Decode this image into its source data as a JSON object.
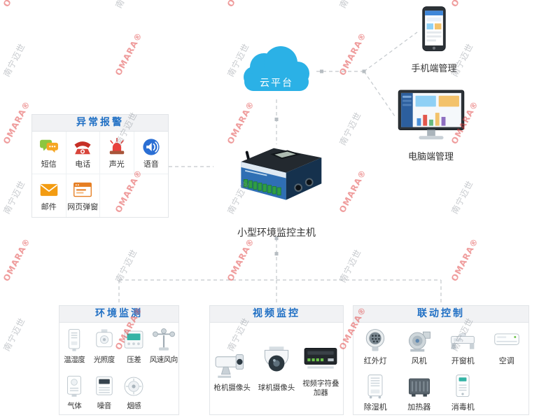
{
  "watermark": {
    "brand": "OMARA®",
    "company": "南宁迈世"
  },
  "cloud": {
    "label": "云平台"
  },
  "endpoints": {
    "phone_label": "手机端管理",
    "pc_label": "电脑端管理",
    "host_label": "小型环境监控主机"
  },
  "panels": {
    "alarm": {
      "title": "异常报警",
      "items": [
        {
          "name": "alarm-sms",
          "icon": "sms",
          "label": "短信"
        },
        {
          "name": "alarm-phone",
          "icon": "phone",
          "label": "电话"
        },
        {
          "name": "alarm-sound-light",
          "icon": "siren",
          "label": "声光"
        },
        {
          "name": "alarm-voice",
          "icon": "voice",
          "label": "语音"
        },
        {
          "name": "alarm-email",
          "icon": "mail",
          "label": "邮件"
        },
        {
          "name": "alarm-web-popup",
          "icon": "popup",
          "label": "网页弹窗"
        }
      ]
    },
    "env": {
      "title": "环境监测",
      "items": [
        {
          "name": "sensor-temp-humidity",
          "icon": "temphum",
          "label": "温湿度"
        },
        {
          "name": "sensor-light",
          "icon": "light",
          "label": "光照度"
        },
        {
          "name": "sensor-pressure",
          "icon": "pressure",
          "label": "压差"
        },
        {
          "name": "sensor-wind",
          "icon": "wind",
          "label": "风速风向"
        },
        {
          "name": "sensor-gas",
          "icon": "gas",
          "label": "气体"
        },
        {
          "name": "sensor-noise",
          "icon": "noise",
          "label": "噪音"
        },
        {
          "name": "sensor-smoke",
          "icon": "smoke",
          "label": "烟感"
        }
      ]
    },
    "video": {
      "title": "视频监控",
      "items": [
        {
          "name": "camera-bullet",
          "icon": "bullet",
          "label": "枪机摄像头"
        },
        {
          "name": "camera-dome",
          "icon": "dome",
          "label": "球机摄像头"
        },
        {
          "name": "video-overlay",
          "icon": "overlay",
          "label": "视频字符叠加器"
        }
      ]
    },
    "control": {
      "title": "联动控制",
      "items": [
        {
          "name": "device-ir-light",
          "icon": "irlight",
          "label": "红外灯"
        },
        {
          "name": "device-fan",
          "icon": "fan",
          "label": "风机"
        },
        {
          "name": "device-window-opener",
          "icon": "window",
          "label": "开窗机"
        },
        {
          "name": "device-ac",
          "icon": "ac",
          "label": "空调"
        },
        {
          "name": "device-dehumidifier",
          "icon": "dehum",
          "label": "除湿机"
        },
        {
          "name": "device-heater",
          "icon": "heater",
          "label": "加热器"
        },
        {
          "name": "device-sterilizer",
          "icon": "sterilizer",
          "label": "消毒机"
        }
      ]
    }
  },
  "colors": {
    "accent_blue": "#1f6fc4",
    "cloud_blue": "#2bb1e6",
    "line_gray": "#c3c8cc",
    "brand_red": "#e03a3a"
  }
}
